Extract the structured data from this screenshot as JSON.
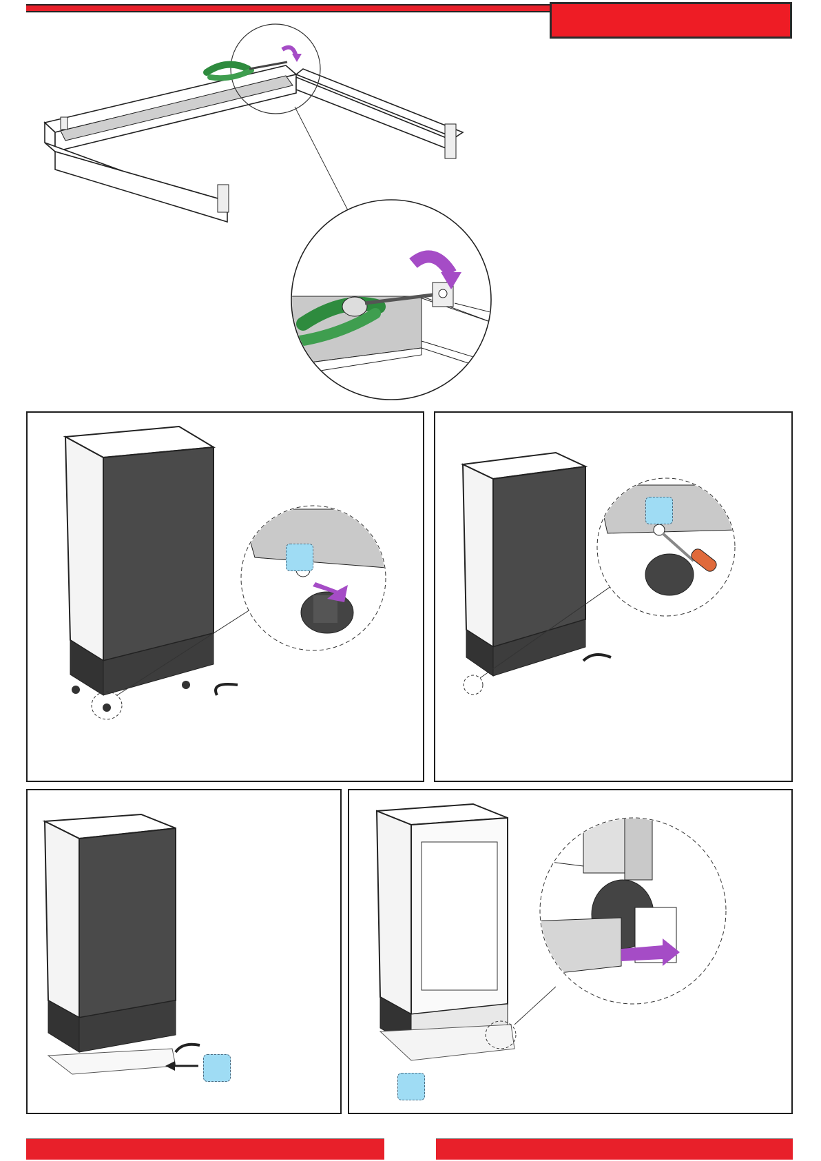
{
  "header": {
    "accent_color": "#ee1c25"
  },
  "steps": [
    {
      "id": "step-1",
      "callout_label": ""
    },
    {
      "id": "step-2",
      "callout_label": ""
    },
    {
      "id": "step-3",
      "callout_label": ""
    },
    {
      "id": "step-4",
      "callout_label": ""
    }
  ],
  "footer": {
    "accent_color": "#e8202a"
  },
  "icons": [
    "pliers-icon",
    "rotate-arrow-icon",
    "screwdriver-icon",
    "push-arrow-icon"
  ]
}
